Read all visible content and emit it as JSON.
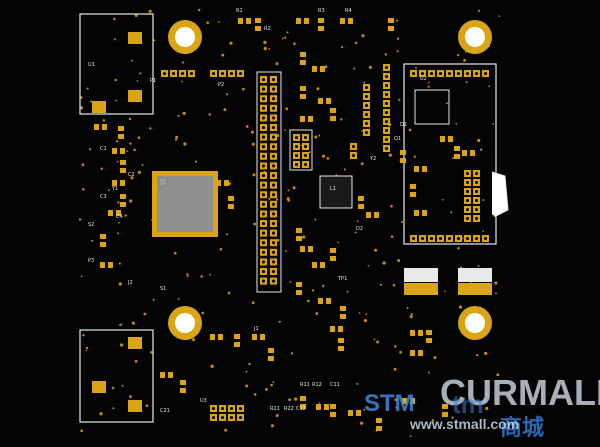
{
  "board": {
    "colors": {
      "substrate": "#050404",
      "pad_gold": "#d9a514",
      "silkscreen": "#e9e9e9",
      "chip_body": "#8f8f8f",
      "edge_white": "#ffffff"
    },
    "silk_labels": {
      "l1": "R1",
      "l2": "R2",
      "l3": "R3",
      "l4": "R4",
      "l5": "C1",
      "l6": "C2",
      "l7": "C3",
      "l8": "C4",
      "l9": "U1",
      "l10": "U2",
      "l11": "P1",
      "l12": "P2",
      "l13": "P3",
      "l14": "Y1",
      "l15": "Y2",
      "l16": "L1",
      "l17": "D1",
      "l18": "D2",
      "l19": "Q1",
      "l20": "J1",
      "l21": "J2",
      "l22": "S1",
      "l23": "S2",
      "l24": "TP1",
      "l25": "R11",
      "l26": "R12",
      "l27": "C11",
      "l28": "C12",
      "l29": "R21",
      "l30": "R22",
      "l31": "C21",
      "l32": "U3"
    }
  },
  "watermark": {
    "brand": "CURMALL",
    "prefix": "STM",
    "mid": "tm",
    "cn": "商城",
    "url": "www.stmall.com"
  }
}
